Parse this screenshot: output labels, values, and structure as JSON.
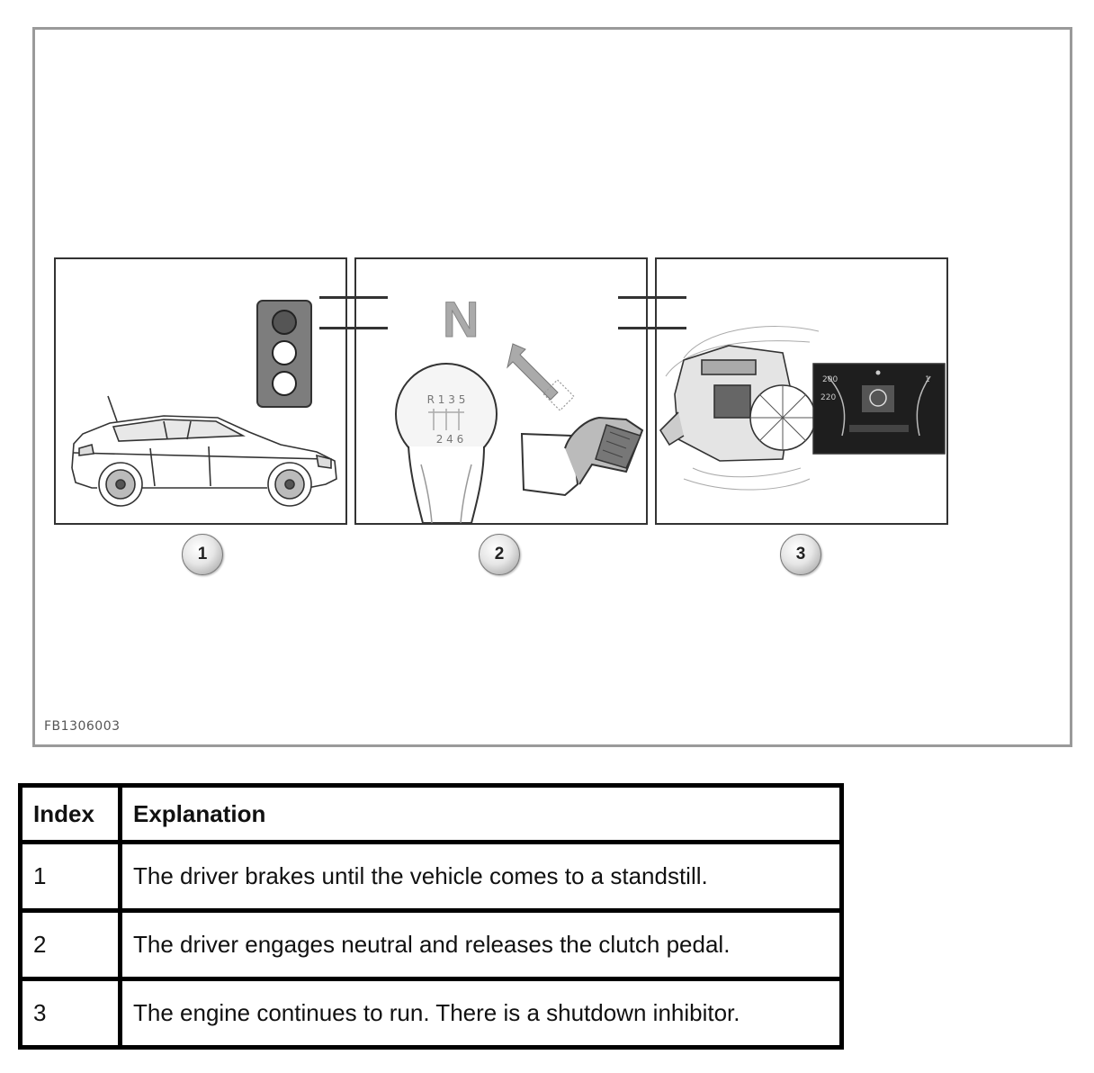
{
  "figure": {
    "code": "FB1306003",
    "neutral_label": "N",
    "gear_pattern": {
      "top": "R 1 3 5",
      "bottom": "2 4 6"
    },
    "gauge_marks": [
      "200",
      "220",
      "1"
    ],
    "badges": [
      "1",
      "2",
      "3"
    ]
  },
  "table": {
    "headers": {
      "index": "Index",
      "explanation": "Explanation"
    },
    "rows": [
      {
        "index": "1",
        "explanation": "The driver brakes until the vehicle comes to a standstill."
      },
      {
        "index": "2",
        "explanation": "The driver engages neutral and releases the clutch pedal."
      },
      {
        "index": "3",
        "explanation": "The engine continues to run. There is a shutdown inhibitor."
      }
    ]
  }
}
